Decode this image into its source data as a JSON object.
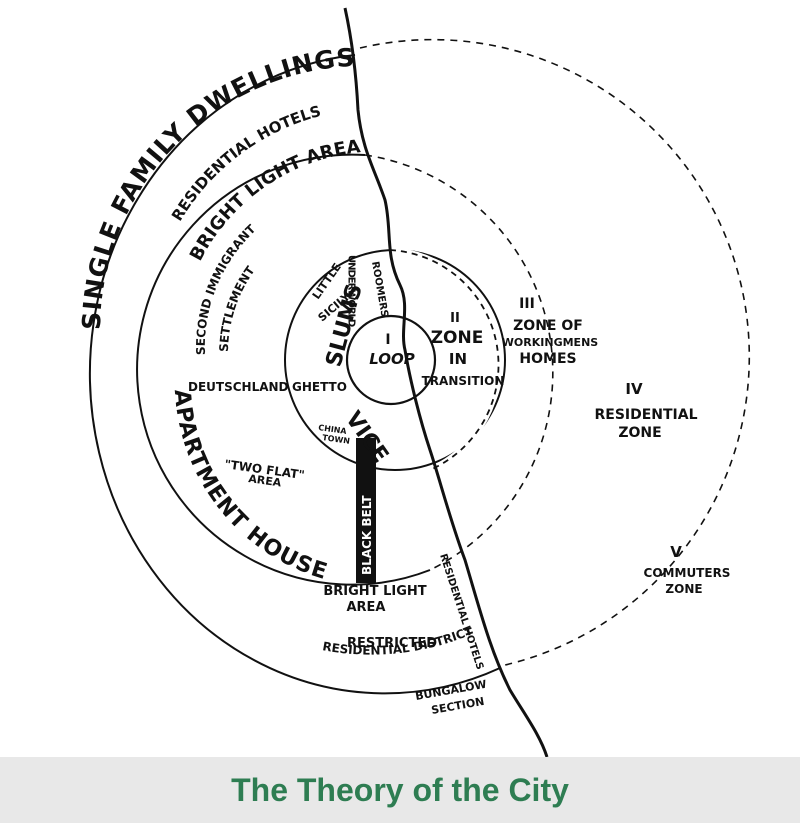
{
  "caption": "The Theory of the City",
  "colors": {
    "ink": "#111111",
    "caption": "#2e7d52",
    "caption_bar": "#e8e8e8"
  },
  "zones": {
    "loop_num": "I",
    "loop": "LOOP",
    "transition_num": "II",
    "transition_l1": "ZONE",
    "transition_l2": "IN",
    "transition_l3": "TRANSITION",
    "workingmens_num": "III",
    "workingmens_l1": "Zone of",
    "workingmens_l2": "Workingmens",
    "workingmens_l3": "Homes",
    "residential_num": "IV",
    "residential_l1": "Residential",
    "residential_l2": "Zone",
    "commuters_num": "V",
    "commuters_l1": "Commuters",
    "commuters_l2": "Zone"
  },
  "labels": {
    "single_family": "SINGLE FAMILY DWELLINGS",
    "residential_hotels": "RESIDENTIAL HOTELS",
    "bright_light_top": "BRIGHT LIGHT AREA",
    "apartment_houses": "APARTMENT HOUSES",
    "second_immigrant_1": "SECOND IMMIGRANT",
    "second_immigrant_2": "SETTLEMENT",
    "deutschland": "DEUTSCHLAND",
    "ghetto": "GHETTO",
    "little_sicily_1": "LITTLE",
    "little_sicily_2": "SICILY",
    "underworld": "UNDERWORLD",
    "roomers": "ROOMERS",
    "slums": "SLUMS",
    "vice": "VICE",
    "china_town_1": "CHINA",
    "china_town_2": "TOWN",
    "two_flat_1": "\"TWO FLAT\"",
    "two_flat_2": "AREA",
    "black_belt": "BLACK BELT",
    "bright_light_bottom_1": "BRIGHT LIGHT",
    "bright_light_bottom_2": "AREA",
    "restricted_1": "RESTRICTED",
    "restricted_2": "RESIDENTIAL DISTRICT",
    "residential_hotels_lake": "RESIDENTIAL HOTELS",
    "bungalow_1": "BUNGALOW",
    "bungalow_2": "SECTION"
  }
}
